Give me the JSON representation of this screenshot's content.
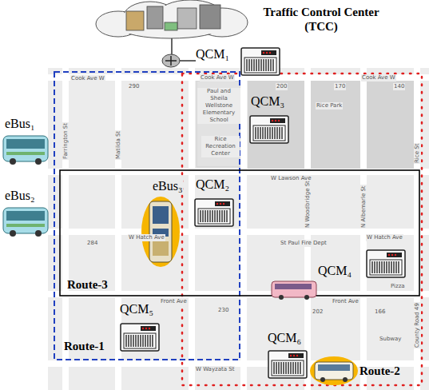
{
  "diagram": {
    "nodes": [
      {
        "text": [
          "Traffic Control Center (TCC)"
        ]
      },
      {
        "text": [
          "QCM₁"
        ]
      },
      {
        "text": [
          "QCM₂"
        ]
      },
      {
        "text": [
          "QCM₃"
        ]
      },
      {
        "text": [
          "QCM₄"
        ]
      },
      {
        "text": [
          "QCM₅"
        ]
      },
      {
        "text": [
          "QCM₆"
        ]
      }
    ],
    "edges": [
      {
        "from": 0,
        "to": 1,
        "arrow": "none"
      }
    ],
    "labels": [
      "eBus₁",
      "eBus₂",
      "eBus₃",
      "Route-1",
      "Route-2",
      "Route-3",
      "Cook Ave W",
      "Cook Ave W",
      "Cook Ave W",
      "290",
      "200",
      "170",
      "140",
      "Paul and Sheila Wellstone Elementary School",
      "Rice Recreation Center",
      "Rice Park",
      "W Lawson Ave",
      "W Hatch Ave",
      "W Hatch Ave",
      "St Paul Fire Dept",
      "Front Ave",
      "Front Ave",
      "W Wayzata St",
      "Farrington St",
      "Matilda St",
      "N Woodbridge St",
      "N Albemarle St",
      "Rice St",
      "County Road 49",
      "284",
      "230",
      "202",
      "166",
      "Pizza",
      "Subway"
    ]
  }
}
